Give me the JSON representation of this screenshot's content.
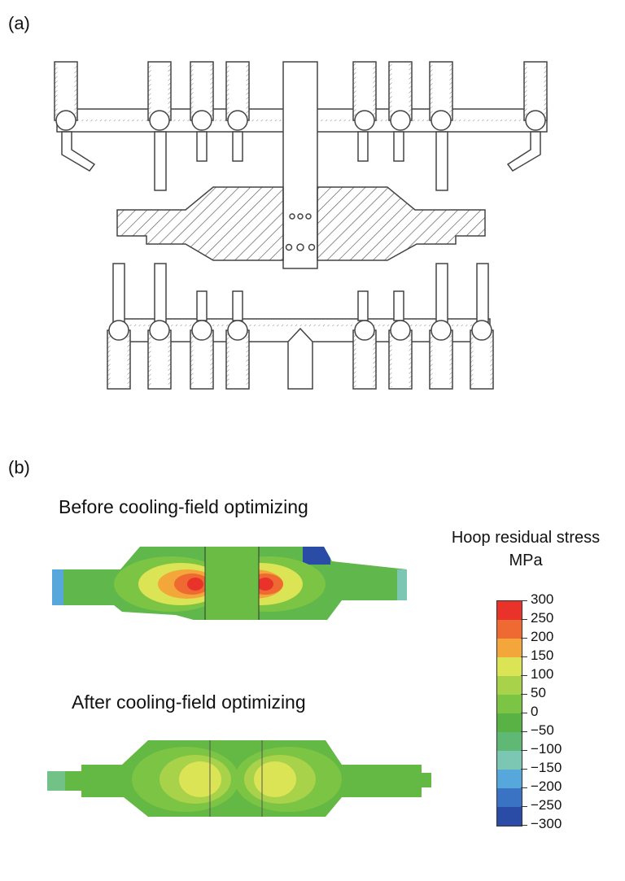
{
  "panel_a": {
    "label": "(a)"
  },
  "panel_b": {
    "label": "(b)",
    "before_title": "Before cooling-field optimizing",
    "after_title": "After cooling-field optimizing"
  },
  "legend": {
    "title": "Hoop residual stress",
    "unit": "MPa",
    "ticks": [
      "300",
      "250",
      "200",
      "150",
      "100",
      "50",
      "0",
      "−50",
      "−100",
      "−150",
      "−200",
      "−250",
      "−300"
    ],
    "colors": [
      "#e8322a",
      "#ef6a32",
      "#f3a63a",
      "#dbe454",
      "#a8d24a",
      "#7cc444",
      "#58b344",
      "#5fb873",
      "#7cc6b4",
      "#56a8dc",
      "#3a72c4",
      "#2b4ca6"
    ]
  },
  "colors": {
    "stroke": "#444444",
    "hatch": "#555555"
  }
}
